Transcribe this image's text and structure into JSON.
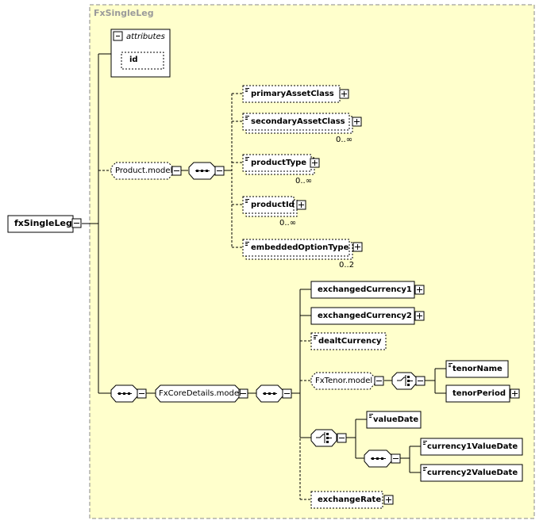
{
  "diagram": {
    "group_title": "FxSingleLeg",
    "root": {
      "label": "fxSingleLeg"
    },
    "attributes": {
      "header": "attributes",
      "items": [
        "id"
      ]
    },
    "product_model": {
      "label": "Product.model",
      "children": [
        {
          "label": "primaryAssetClass",
          "cardinality": ""
        },
        {
          "label": "secondaryAssetClass",
          "cardinality": "0..∞"
        },
        {
          "label": "productType",
          "cardinality": "0..∞"
        },
        {
          "label": "productId",
          "cardinality": "0..∞"
        },
        {
          "label": "embeddedOptionType",
          "cardinality": "0..2"
        }
      ]
    },
    "fx_core": {
      "label": "FxCoreDetails.model",
      "exchanged_currency1": "exchangedCurrency1",
      "exchanged_currency2": "exchangedCurrency2",
      "dealt_currency": "dealtCurrency",
      "fx_tenor": {
        "label": "FxTenor.model",
        "children": [
          "tenorName",
          "tenorPeriod"
        ]
      },
      "value_date": "valueDate",
      "currency1_value_date": "currency1ValueDate",
      "currency2_value_date": "currency2ValueDate",
      "exchange_rate": "exchangeRate"
    }
  }
}
